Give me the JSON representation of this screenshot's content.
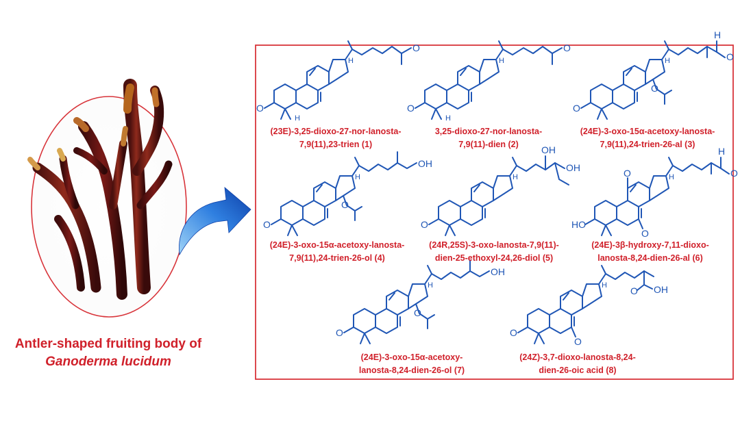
{
  "photo": {
    "title_line1": "Antler-shaped fruiting body of",
    "title_line2": "Ganoderma lucidum"
  },
  "colors": {
    "frame": "#d8343a",
    "caption": "#d0202a",
    "structure": "#1f56b5",
    "arrow": "#1a5fd4"
  },
  "compounds": [
    {
      "line1": "(23E)-3,25-dioxo-27-nor-lanosta-",
      "line2": "7,9(11),23-trien (1)"
    },
    {
      "line1": "3,25-dioxo-27-nor-lanosta-",
      "line2": "7,9(11)-dien (2)"
    },
    {
      "line1": "(24E)-3-oxo-15α-acetoxy-lanosta-",
      "line2": "7,9(11),24-trien-26-al (3)"
    },
    {
      "line1": "(24E)-3-oxo-15α-acetoxy-lanosta-",
      "line2": "7,9(11),24-trien-26-ol (4)"
    },
    {
      "line1": "(24R,25S)-3-oxo-lanosta-7,9(11)-",
      "line2": "dien-25-ethoxyl-24,26-diol (5)"
    },
    {
      "line1": "(24E)-3β-hydroxy-7,11-dioxo-",
      "line2": "lanosta-8,24-dien-26-al (6)"
    },
    {
      "line1": "(24E)-3-oxo-15α-acetoxy-",
      "line2": "lanosta-8,24-dien-26-ol (7)"
    },
    {
      "line1": "(24Z)-3,7-dioxo-lanosta-8,24-",
      "line2": "dien-26-oic acid (8)"
    }
  ],
  "atoms": {
    "O": "O",
    "H": "H",
    "OH": "OH",
    "HO": "HO"
  }
}
